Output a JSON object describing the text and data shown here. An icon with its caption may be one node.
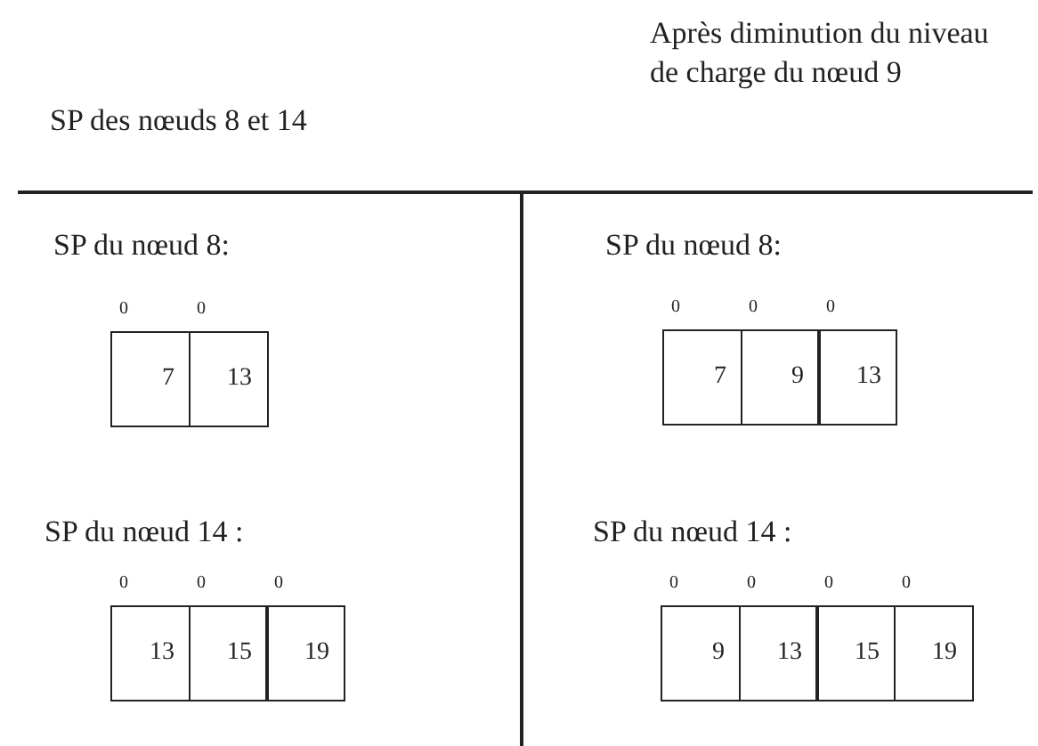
{
  "diagram": {
    "nodes": [
      {
        "text": [
          "7"
        ]
      },
      {
        "text": [
          "13"
        ]
      },
      {
        "text": [
          "7"
        ]
      },
      {
        "text": [
          "9"
        ]
      },
      {
        "text": [
          "13"
        ]
      },
      {
        "text": [
          "13"
        ]
      },
      {
        "text": [
          "15"
        ]
      },
      {
        "text": [
          "19"
        ]
      },
      {
        "text": [
          "9"
        ]
      },
      {
        "text": [
          "13"
        ]
      },
      {
        "text": [
          "15"
        ]
      },
      {
        "text": [
          "19"
        ]
      }
    ],
    "labels": [
      "SP des nœuds 8 et 14",
      "Après diminution du niveau de charge du nœud 9",
      "SP du nœud 8:",
      "0",
      "0",
      "SP du nœud 8:",
      "0",
      "0",
      "0",
      "SP du nœud 14 :",
      "0",
      "0",
      "0",
      "SP du nœud 14 :",
      "0",
      "0",
      "0",
      "0"
    ]
  }
}
